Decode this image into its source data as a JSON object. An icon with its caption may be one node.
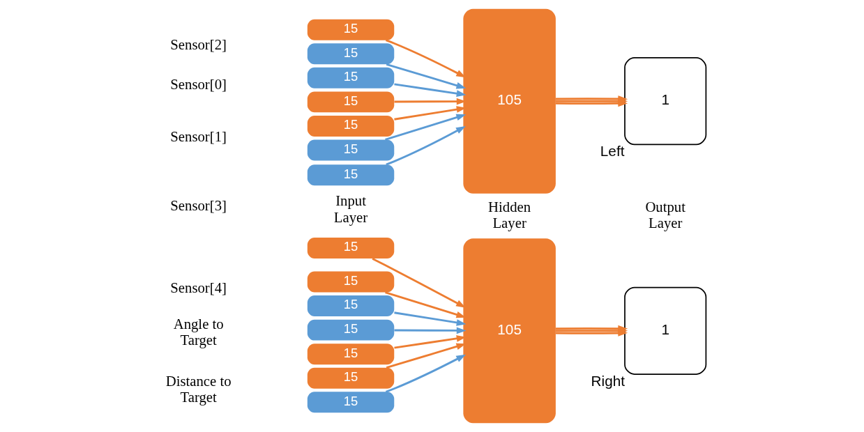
{
  "diagram": {
    "nodes": [
      {
        "text": [
          "15"
        ]
      },
      {
        "text": [
          "15"
        ]
      },
      {
        "text": [
          "15"
        ]
      },
      {
        "text": [
          "15"
        ]
      },
      {
        "text": [
          "15"
        ]
      },
      {
        "text": [
          "15"
        ]
      },
      {
        "text": [
          "15"
        ]
      },
      {
        "text": [
          "15"
        ]
      },
      {
        "text": [
          "15"
        ]
      },
      {
        "text": [
          "15"
        ]
      },
      {
        "text": [
          "15"
        ]
      },
      {
        "text": [
          "15"
        ]
      },
      {
        "text": [
          "15"
        ]
      },
      {
        "text": [
          "15"
        ]
      },
      {
        "text": [
          "105"
        ]
      },
      {
        "text": [
          "105"
        ]
      },
      {
        "text": [
          "1"
        ],
        "beside": [
          "Left"
        ]
      },
      {
        "text": [
          "1"
        ],
        "beside": [
          "Right"
        ]
      }
    ],
    "edges": [
      {
        "from": 0,
        "to": 14,
        "arrow": "to",
        "color": "#5b9bd5"
      },
      {
        "from": 1,
        "to": 14,
        "arrow": "to",
        "color": "#ed7d31"
      },
      {
        "from": 2,
        "to": 14,
        "arrow": "to",
        "color": "#5b9bd5"
      },
      {
        "from": 3,
        "to": 14,
        "arrow": "to",
        "color": "#ed7d31"
      },
      {
        "from": 4,
        "to": 14,
        "arrow": "to",
        "color": "#5b9bd5"
      },
      {
        "from": 5,
        "to": 14,
        "arrow": "to",
        "color": "#ed7d31"
      },
      {
        "from": 6,
        "to": 14,
        "arrow": "to",
        "color": "#5b9bd5"
      },
      {
        "from": 7,
        "to": 15,
        "arrow": "to",
        "color": "#ed7d31"
      },
      {
        "from": 8,
        "to": 15,
        "arrow": "to",
        "color": "#5b9bd5"
      },
      {
        "from": 9,
        "to": 15,
        "arrow": "to",
        "color": "#ed7d31"
      },
      {
        "from": 10,
        "to": 15,
        "arrow": "to",
        "color": "#5b9bd5"
      },
      {
        "from": 11,
        "to": 15,
        "arrow": "to",
        "color": "#ed7d31"
      },
      {
        "from": 12,
        "to": 15,
        "arrow": "to",
        "color": "#5b9bd5"
      },
      {
        "from": 13,
        "to": 15,
        "arrow": "to",
        "color": "#ed7d31"
      },
      {
        "from": 14,
        "to": 16,
        "arrow": "to",
        "color": "#ed7d31"
      },
      {
        "from": 14,
        "to": 16,
        "arrow": "to",
        "color": "#ed7d31"
      },
      {
        "from": 14,
        "to": 16,
        "arrow": "to",
        "color": "#ed7d31"
      },
      {
        "from": 15,
        "to": 17,
        "arrow": "to",
        "color": "#ed7d31"
      },
      {
        "from": 15,
        "to": 17,
        "arrow": "to",
        "color": "#ed7d31"
      },
      {
        "from": 15,
        "to": 17,
        "arrow": "to",
        "color": "#ed7d31"
      }
    ],
    "labels": [
      "Sensor[0]",
      "Sensor[1]",
      "Sensor[2]",
      "Sensor[3]",
      "Sensor[4]",
      "Distance to Target",
      "Angle to Target",
      "Input Layer",
      "Hidden Layer",
      "Output Layer"
    ]
  }
}
